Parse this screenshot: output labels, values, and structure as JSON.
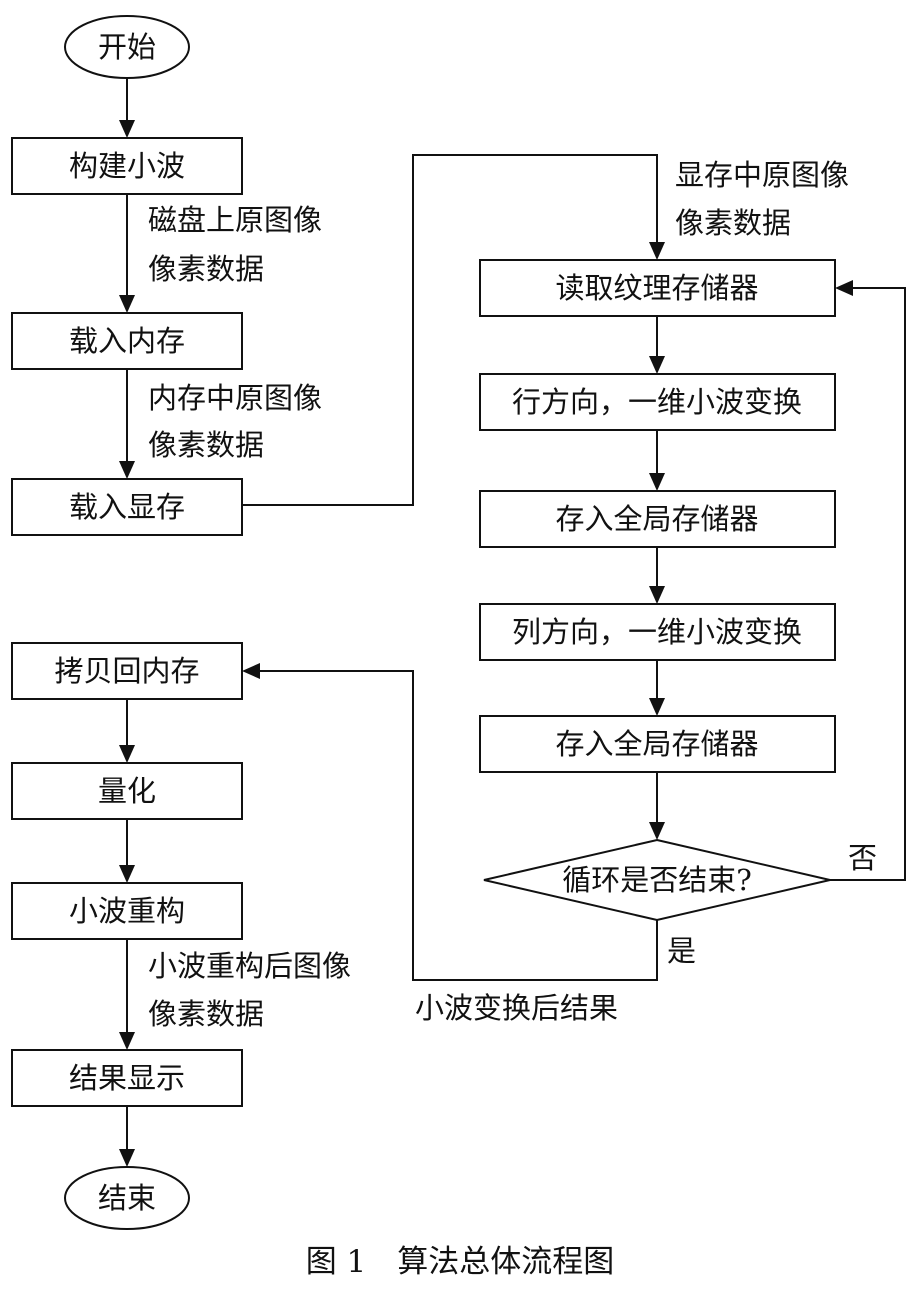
{
  "nodes": {
    "start": "开始",
    "build_wavelet": "构建小波",
    "load_memory": "载入内存",
    "load_vram": "载入显存",
    "read_texture": "读取纹理存储器",
    "row_transform": "行方向，一维小波变换",
    "store_global_1": "存入全局存储器",
    "col_transform": "列方向，一维小波变换",
    "store_global_2": "存入全局存储器",
    "loop_check": "循环是否结束?",
    "copy_back": "拷贝回内存",
    "quantize": "量化",
    "reconstruct": "小波重构",
    "show_result": "结果显示",
    "end": "结束"
  },
  "edge_labels": {
    "disk_pixels": [
      "磁盘上原图像",
      "像素数据"
    ],
    "memory_pixels": [
      "内存中原图像",
      "像素数据"
    ],
    "vram_pixels": [
      "显存中原图像",
      "像素数据"
    ],
    "no": "否",
    "yes": "是",
    "transform_result": "小波变换后结果",
    "reconstructed_pixels": [
      "小波重构后图像",
      "像素数据"
    ]
  },
  "caption": "图 1　算法总体流程图"
}
